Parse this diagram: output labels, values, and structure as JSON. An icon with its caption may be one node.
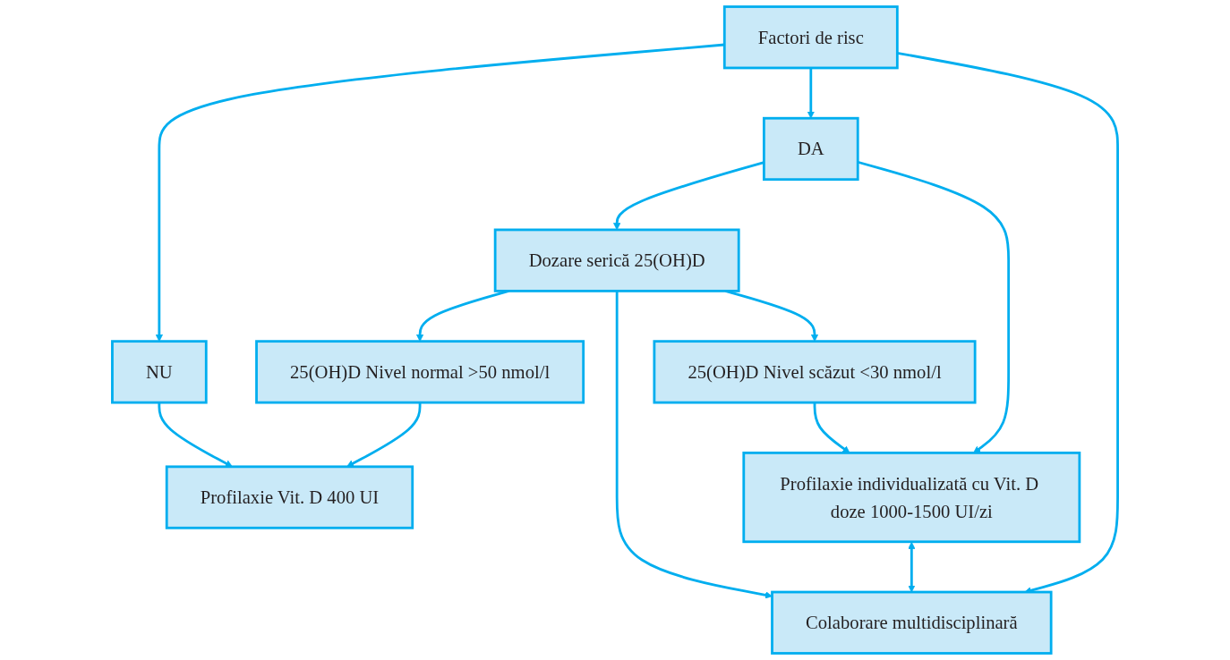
{
  "diagram": {
    "nodes": [
      {
        "text": [
          "Profilaxie Vit. D 400 UI"
        ]
      },
      {
        "text": [
          "25(OH)D Nivel normal >50 nmol/l"
        ]
      },
      {
        "text": [
          "NU"
        ]
      },
      {
        "text": [
          "Factori de risc"
        ]
      },
      {
        "text": [
          "DA"
        ]
      },
      {
        "text": [
          "Dozare serică 25(OH)D"
        ]
      },
      {
        "text": [
          "Profilaxie individualizată cu Vit. D doze 1000-1500 UI/zi"
        ]
      },
      {
        "text": [
          "25(OH)D Nivel scăzut <30 nmol/l"
        ]
      },
      {
        "text": [
          "Colaborare multidisciplinară"
        ]
      }
    ],
    "edges": [
      {
        "from": 1,
        "to": 0,
        "arrow": "to"
      },
      {
        "from": 2,
        "to": 0,
        "arrow": "to"
      },
      {
        "from": 3,
        "to": 2,
        "arrow": "to"
      },
      {
        "from": 3,
        "to": 4,
        "arrow": "to"
      },
      {
        "from": 4,
        "to": 5,
        "arrow": "to"
      },
      {
        "from": 5,
        "to": 1,
        "arrow": "to"
      },
      {
        "from": 4,
        "to": 6,
        "arrow": "to"
      },
      {
        "from": 5,
        "to": 7,
        "arrow": "to"
      },
      {
        "from": 7,
        "to": 6,
        "arrow": "to"
      },
      {
        "from": 3,
        "to": 8,
        "arrow": "to"
      },
      {
        "from": 6,
        "to": 8,
        "arrow": "both"
      },
      {
        "from": 5,
        "to": 8,
        "arrow": "to"
      }
    ]
  }
}
